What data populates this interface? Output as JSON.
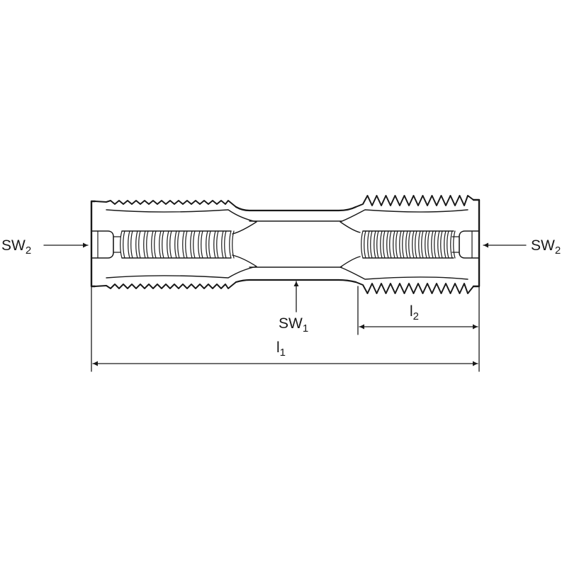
{
  "labels": {
    "sw2_left": {
      "base": "SW",
      "sub": "2"
    },
    "sw2_right": {
      "base": "SW",
      "sub": "2"
    },
    "sw1": {
      "base": "SW",
      "sub": "1"
    },
    "l2": {
      "base": "l",
      "sub": "2"
    },
    "l1": {
      "base": "l",
      "sub": "1"
    }
  },
  "colors": {
    "line": "#1a1a1a",
    "background": "#ffffff"
  }
}
